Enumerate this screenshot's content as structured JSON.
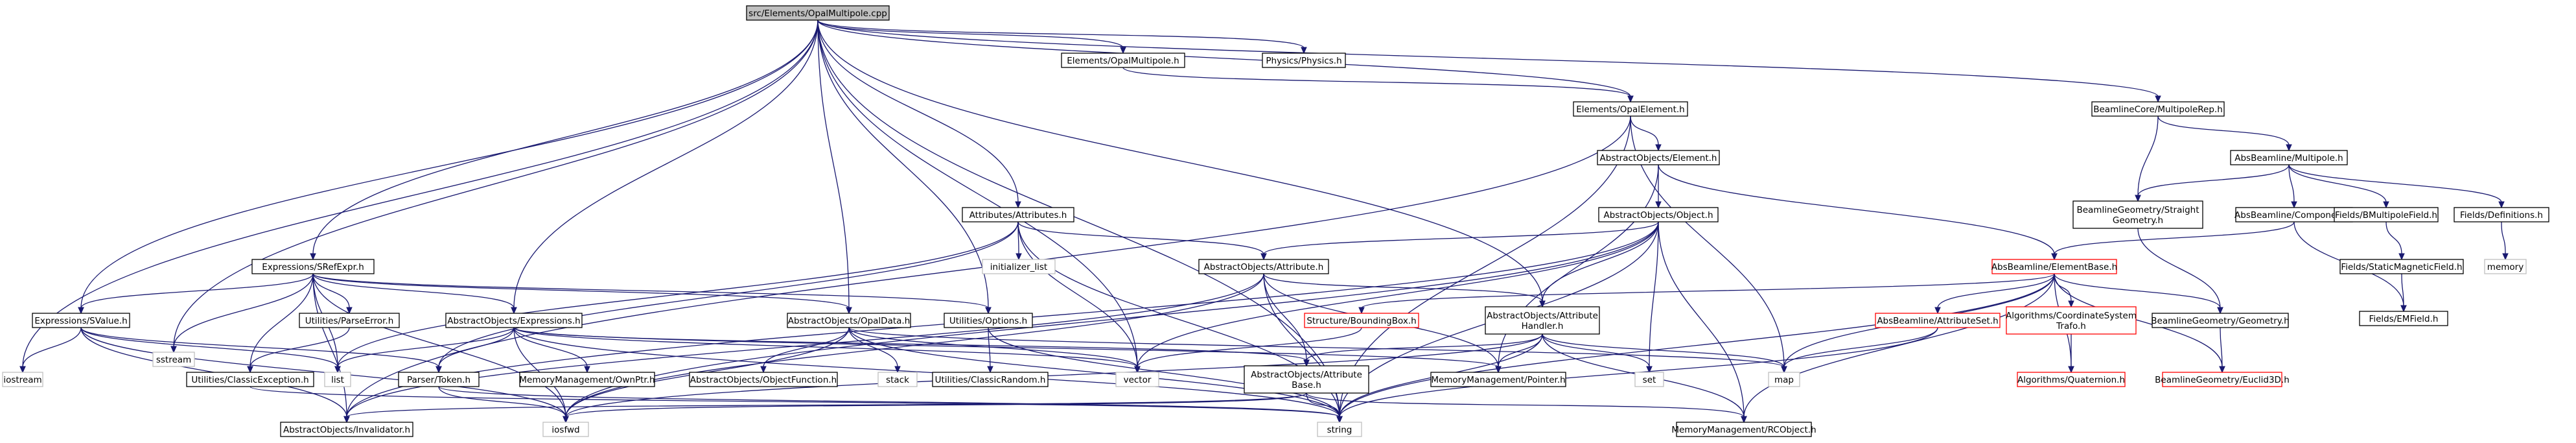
{
  "graph": {
    "title": "src/Elements/OpalMultipole.cpp",
    "colors": {
      "edge": "#191970",
      "root_fill": "#bfbfbf",
      "root_stroke": "#000000",
      "doc_stroke": "#000000",
      "undocumented_stroke": "#ff0000",
      "plain_stroke": "#bfbfbf",
      "node_fill": "#ffffff",
      "text": "#000000"
    },
    "nodes": [
      {
        "id": "root",
        "label": "src/Elements/OpalMultipole.cpp",
        "kind": "root"
      },
      {
        "id": "n1",
        "label": "Elements/OpalMultipole.h",
        "kind": "doc"
      },
      {
        "id": "n2",
        "label": "Physics/Physics.h",
        "kind": "doc"
      },
      {
        "id": "n3",
        "label": "Elements/OpalElement.h",
        "kind": "doc"
      },
      {
        "id": "n4",
        "label": "BeamlineCore/MultipoleRep.h",
        "kind": "doc"
      },
      {
        "id": "n5",
        "label": "AbsBeamline/Multipole.h",
        "kind": "doc"
      },
      {
        "id": "n6",
        "label": "AbstractObjects/Element.h",
        "kind": "doc"
      },
      {
        "id": "n7",
        "label": "BeamlineGeometry/Straight\nGeometry.h",
        "kind": "doc"
      },
      {
        "id": "n8",
        "label": "AbsBeamline/Component.h",
        "kind": "doc"
      },
      {
        "id": "n9",
        "label": "Fields/BMultipoleField.h",
        "kind": "doc"
      },
      {
        "id": "n10",
        "label": "Fields/Definitions.h",
        "kind": "doc"
      },
      {
        "id": "n11",
        "label": "memory",
        "kind": "plain"
      },
      {
        "id": "n12",
        "label": "Fields/StaticMagneticField.h",
        "kind": "doc"
      },
      {
        "id": "n13",
        "label": "Fields/EMField.h",
        "kind": "doc"
      },
      {
        "id": "n14",
        "label": "Attributes/Attributes.h",
        "kind": "doc"
      },
      {
        "id": "n15",
        "label": "AbstractObjects/Object.h",
        "kind": "doc"
      },
      {
        "id": "n16",
        "label": "initializer_list",
        "kind": "plain"
      },
      {
        "id": "n17",
        "label": "AbsBeamline/ElementBase.h",
        "kind": "undocumented"
      },
      {
        "id": "n18",
        "label": "Expressions/SRefExpr.h",
        "kind": "doc"
      },
      {
        "id": "n19",
        "label": "AbstractObjects/Attribute.h",
        "kind": "doc"
      },
      {
        "id": "n20",
        "label": "Structure/BoundingBox.h",
        "kind": "undocumented"
      },
      {
        "id": "n21",
        "label": "AbsBeamline/AttributeSet.h",
        "kind": "undocumented"
      },
      {
        "id": "n22",
        "label": "Algorithms/CoordinateSystem\nTrafo.h",
        "kind": "undocumented"
      },
      {
        "id": "n23",
        "label": "BeamlineGeometry/Geometry.h",
        "kind": "doc"
      },
      {
        "id": "n24",
        "label": "Expressions/SValue.h",
        "kind": "doc"
      },
      {
        "id": "n25",
        "label": "sstream",
        "kind": "plain"
      },
      {
        "id": "n26",
        "label": "Utilities/ParseError.h",
        "kind": "doc"
      },
      {
        "id": "n27",
        "label": "AbstractObjects/Expressions.h",
        "kind": "doc"
      },
      {
        "id": "n28",
        "label": "AbstractObjects/OpalData.h",
        "kind": "doc"
      },
      {
        "id": "n29",
        "label": "Utilities/Options.h",
        "kind": "doc"
      },
      {
        "id": "n30",
        "label": "AbstractObjects/Attribute\nHandler.h",
        "kind": "doc"
      },
      {
        "id": "n31",
        "label": "iostream",
        "kind": "plain"
      },
      {
        "id": "n32",
        "label": "Utilities/ClassicException.h",
        "kind": "doc"
      },
      {
        "id": "n33",
        "label": "list",
        "kind": "plain"
      },
      {
        "id": "n34",
        "label": "Parser/Token.h",
        "kind": "doc"
      },
      {
        "id": "n35",
        "label": "MemoryManagement/OwnPtr.h",
        "kind": "doc"
      },
      {
        "id": "n36",
        "label": "AbstractObjects/ObjectFunction.h",
        "kind": "doc"
      },
      {
        "id": "n37",
        "label": "stack",
        "kind": "plain"
      },
      {
        "id": "n38",
        "label": "Utilities/ClassicRandom.h",
        "kind": "doc"
      },
      {
        "id": "n39",
        "label": "vector",
        "kind": "plain"
      },
      {
        "id": "n40",
        "label": "AbstractObjects/Attribute\nBase.h",
        "kind": "doc"
      },
      {
        "id": "n41",
        "label": "MemoryManagement/Pointer.h",
        "kind": "doc"
      },
      {
        "id": "n42",
        "label": "set",
        "kind": "plain"
      },
      {
        "id": "n43",
        "label": "map",
        "kind": "plain"
      },
      {
        "id": "n44",
        "label": "Algorithms/Quaternion.h",
        "kind": "undocumented"
      },
      {
        "id": "n45",
        "label": "BeamlineGeometry/Euclid3D.h",
        "kind": "undocumented"
      },
      {
        "id": "n46",
        "label": "AbstractObjects/Invalidator.h",
        "kind": "doc"
      },
      {
        "id": "n47",
        "label": "iosfwd",
        "kind": "plain"
      },
      {
        "id": "n48",
        "label": "string",
        "kind": "plain"
      },
      {
        "id": "n49",
        "label": "MemoryManagement/RCObject.h",
        "kind": "doc"
      }
    ],
    "edges": [
      [
        "root",
        "n1"
      ],
      [
        "root",
        "n2"
      ],
      [
        "root",
        "n3"
      ],
      [
        "root",
        "n4"
      ],
      [
        "root",
        "n14"
      ],
      [
        "root",
        "n18"
      ],
      [
        "root",
        "n24"
      ],
      [
        "root",
        "n27"
      ],
      [
        "root",
        "n28"
      ],
      [
        "root",
        "n29"
      ],
      [
        "root",
        "n30"
      ],
      [
        "root",
        "n31"
      ],
      [
        "root",
        "n25"
      ],
      [
        "root",
        "n39"
      ],
      [
        "root",
        "n48"
      ],
      [
        "n1",
        "n3"
      ],
      [
        "n3",
        "n6"
      ],
      [
        "n3",
        "n43"
      ],
      [
        "n3",
        "n48"
      ],
      [
        "n3",
        "n46"
      ],
      [
        "n4",
        "n5"
      ],
      [
        "n4",
        "n7"
      ],
      [
        "n5",
        "n7"
      ],
      [
        "n5",
        "n8"
      ],
      [
        "n5",
        "n9"
      ],
      [
        "n5",
        "n10"
      ],
      [
        "n6",
        "n15"
      ],
      [
        "n6",
        "n17"
      ],
      [
        "n6",
        "n41"
      ],
      [
        "n7",
        "n23"
      ],
      [
        "n8",
        "n17"
      ],
      [
        "n8",
        "n13"
      ],
      [
        "n9",
        "n12"
      ],
      [
        "n10",
        "n11"
      ],
      [
        "n12",
        "n13"
      ],
      [
        "n14",
        "n16"
      ],
      [
        "n14",
        "n19"
      ],
      [
        "n14",
        "n33"
      ],
      [
        "n14",
        "n39"
      ],
      [
        "n14",
        "n48"
      ],
      [
        "n14",
        "n34"
      ],
      [
        "n15",
        "n19"
      ],
      [
        "n15",
        "n30"
      ],
      [
        "n15",
        "n42"
      ],
      [
        "n15",
        "n39"
      ],
      [
        "n15",
        "n46"
      ],
      [
        "n15",
        "n48"
      ],
      [
        "n15",
        "n49"
      ],
      [
        "n15",
        "n47"
      ],
      [
        "n17",
        "n20"
      ],
      [
        "n17",
        "n21"
      ],
      [
        "n17",
        "n22"
      ],
      [
        "n17",
        "n23"
      ],
      [
        "n17",
        "n43"
      ],
      [
        "n17",
        "n48"
      ],
      [
        "n17",
        "n49"
      ],
      [
        "n17",
        "n45"
      ],
      [
        "n17",
        "n44"
      ],
      [
        "n18",
        "n24"
      ],
      [
        "n18",
        "n26"
      ],
      [
        "n18",
        "n27"
      ],
      [
        "n18",
        "n28"
      ],
      [
        "n18",
        "n29"
      ],
      [
        "n18",
        "n25"
      ],
      [
        "n18",
        "n33"
      ],
      [
        "n18",
        "n32"
      ],
      [
        "n18",
        "n47"
      ],
      [
        "n18",
        "n46"
      ],
      [
        "n19",
        "n40"
      ],
      [
        "n19",
        "n41"
      ],
      [
        "n19",
        "n48"
      ],
      [
        "n19",
        "n30"
      ],
      [
        "n19",
        "n47"
      ],
      [
        "n19",
        "n46"
      ],
      [
        "n20",
        "n39"
      ],
      [
        "n21",
        "n43"
      ],
      [
        "n21",
        "n48"
      ],
      [
        "n22",
        "n44"
      ],
      [
        "n23",
        "n45"
      ],
      [
        "n24",
        "n31"
      ],
      [
        "n24",
        "n33"
      ],
      [
        "n24",
        "n34"
      ],
      [
        "n24",
        "n47"
      ],
      [
        "n24",
        "n46"
      ],
      [
        "n26",
        "n32"
      ],
      [
        "n27",
        "n34"
      ],
      [
        "n27",
        "n35"
      ],
      [
        "n27",
        "n39"
      ],
      [
        "n27",
        "n33"
      ],
      [
        "n27",
        "n48"
      ],
      [
        "n27",
        "n47"
      ],
      [
        "n27",
        "n40"
      ],
      [
        "n27",
        "n41"
      ],
      [
        "n28",
        "n36"
      ],
      [
        "n28",
        "n37"
      ],
      [
        "n28",
        "n39"
      ],
      [
        "n28",
        "n43"
      ],
      [
        "n28",
        "n48"
      ],
      [
        "n28",
        "n47"
      ],
      [
        "n29",
        "n38"
      ],
      [
        "n29",
        "n48"
      ],
      [
        "n30",
        "n40"
      ],
      [
        "n30",
        "n41"
      ],
      [
        "n30",
        "n42"
      ],
      [
        "n30",
        "n43"
      ],
      [
        "n30",
        "n48"
      ],
      [
        "n30",
        "n49"
      ],
      [
        "n30",
        "n47"
      ],
      [
        "n32",
        "n48"
      ],
      [
        "n34",
        "n47"
      ],
      [
        "n34",
        "n48"
      ],
      [
        "n40",
        "n48"
      ],
      [
        "n40",
        "n46"
      ],
      [
        "n40",
        "n47"
      ],
      [
        "n40",
        "n49"
      ]
    ]
  }
}
